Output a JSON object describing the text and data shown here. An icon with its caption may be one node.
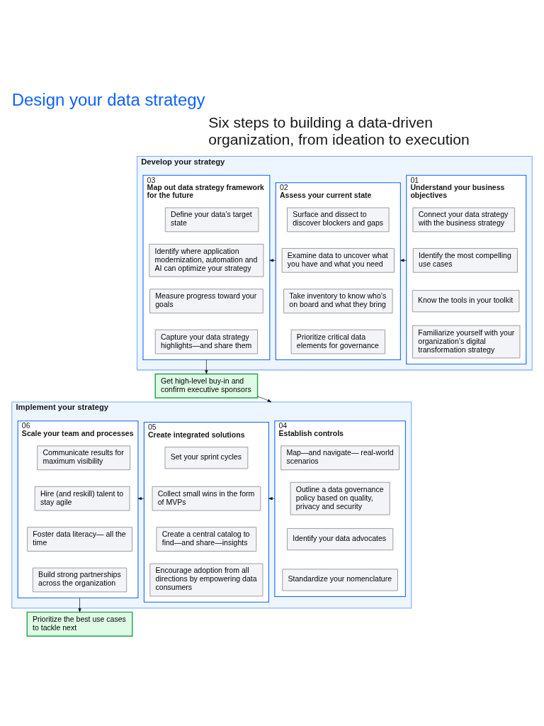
{
  "diagram": {
    "title": "Design your data strategy",
    "nodes": [
      {
        "text": [
          "Develop your strategy"
        ]
      },
      {
        "text": [
          "01",
          "Understand your business objectives"
        ],
        "in": 0
      },
      {
        "text": [
          "Connect your data strategy with the business strategy"
        ],
        "in": 1
      },
      {
        "text": [
          "Identify the most compelling use cases"
        ],
        "in": 1
      },
      {
        "text": [
          "Know the tools in your toolkit"
        ],
        "in": 1
      },
      {
        "text": [
          "Familiarize yourself with your organization’s digital transformation strategy"
        ],
        "in": 1
      },
      {
        "text": [
          "02",
          "Assess your current state"
        ],
        "in": 0
      },
      {
        "text": [
          "Surface and dissect to discover blockers and gaps"
        ],
        "in": 6
      },
      {
        "text": [
          "Examine data to uncover what you have and what you need"
        ],
        "in": 6
      },
      {
        "text": [
          "Take inventory to know who’s on board and what they bring"
        ],
        "in": 6
      },
      {
        "text": [
          "Prioritize critical data elements for governance"
        ],
        "in": 6
      },
      {
        "text": [
          "03",
          "Map out data strategy framework for the future"
        ],
        "in": 0
      },
      {
        "text": [
          "Define your data’s target state"
        ],
        "in": 11
      },
      {
        "text": [
          "Identify where application modernization, automation and AI can optimize your strategy"
        ],
        "in": 11
      },
      {
        "text": [
          "Measure progress toward your goals"
        ],
        "in": 11
      },
      {
        "text": [
          "Capture your data strategy highlights—and share them"
        ],
        "in": 11
      },
      {
        "text": [
          "Get high-level buy-in and confirm executive sponsors"
        ]
      },
      {
        "text": [
          "Implement your strategy"
        ]
      },
      {
        "text": [
          "04",
          "Establish controls"
        ],
        "in": 17
      },
      {
        "text": [
          "Map—and navigate— real-world scenarios"
        ],
        "in": 18
      },
      {
        "text": [
          "Outline a data governance policy based on quality, privacy and security"
        ],
        "in": 18
      },
      {
        "text": [
          "Identify your data advocates"
        ],
        "in": 18
      },
      {
        "text": [
          "Standardize your nomenclature"
        ],
        "in": 18
      },
      {
        "text": [
          "05",
          "Create integrated solutions"
        ],
        "in": 17
      },
      {
        "text": [
          "Set your sprint cycles"
        ],
        "in": 23
      },
      {
        "text": [
          "Collect small wins in the form of MVPs"
        ],
        "in": 23
      },
      {
        "text": [
          "Create a central catalog to find—and share—insights"
        ],
        "in": 23
      },
      {
        "text": [
          "Encourage adoption from all directions by empowering data consumers"
        ],
        "in": 23
      },
      {
        "text": [
          "06",
          "Scale your team and processes"
        ],
        "in": 17
      },
      {
        "text": [
          "Communicate results for maximum visibility"
        ],
        "in": 28
      },
      {
        "text": [
          "Hire (and reskill) talent to stay agile"
        ],
        "in": 28
      },
      {
        "text": [
          "Foster data literacy— all the time"
        ],
        "in": 28
      },
      {
        "text": [
          "Build strong partnerships across the organization"
        ],
        "in": 28
      },
      {
        "text": [
          "Prioritize the best use cases to tackle next"
        ]
      }
    ],
    "edges": [
      {
        "from": 1,
        "to": 6,
        "arrow": "to"
      },
      {
        "from": 6,
        "to": 11,
        "arrow": "to"
      },
      {
        "from": 11,
        "to": 16,
        "arrow": "to"
      },
      {
        "from": 16,
        "to": 17,
        "arrow": "to"
      },
      {
        "from": 18,
        "to": 23,
        "arrow": "to"
      },
      {
        "from": 23,
        "to": 28,
        "arrow": "to"
      },
      {
        "from": 28,
        "to": 33,
        "arrow": "to"
      }
    ],
    "labels": [
      "Six steps to building a data-driven organization, from ideation to execution"
    ]
  }
}
